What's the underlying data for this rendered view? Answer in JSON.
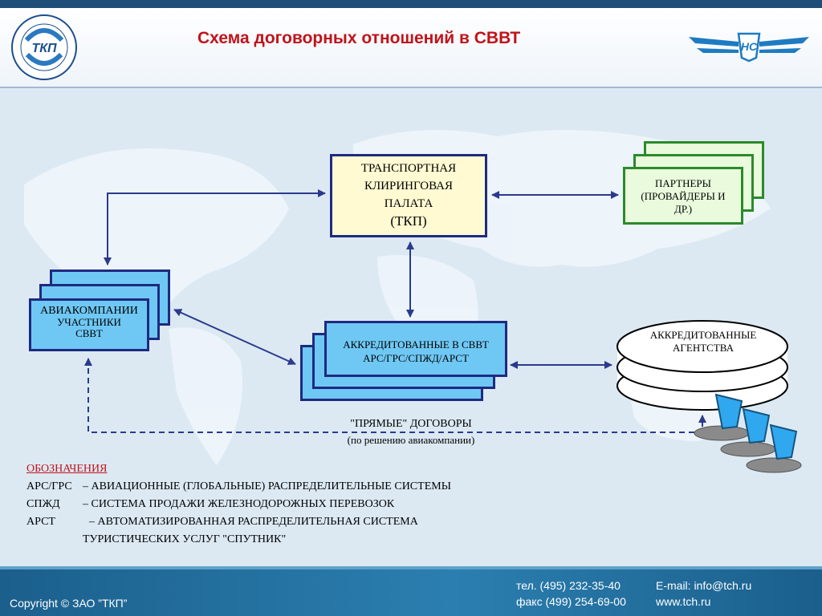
{
  "title": "Схема договорных отношений в СВВТ",
  "logos": {
    "left_text": "ТКП",
    "right_text": "НС"
  },
  "tkp": {
    "line1": "ТРАНСПОРТНАЯ",
    "line2": "КЛИРИНГОВАЯ",
    "line3": "ПАЛАТА",
    "abbr": "(ТКП)"
  },
  "partners": {
    "line1": "ПАРТНЕРЫ",
    "line2": "(ПРОВАЙДЕРЫ И",
    "line3": "ДР.)"
  },
  "airlines": {
    "line1": "АВИАКОМПАНИИ",
    "line2": "УЧАСТНИКИ",
    "line3": "СВВТ"
  },
  "accredited": {
    "line1": "АККРЕДИТОВАННЫЕ В СВВТ",
    "line2": "АРС/ГРС/СПЖД/АРСТ"
  },
  "agencies": {
    "line1": "АККРЕДИТОВАННЫЕ",
    "line2": "АГЕНТСТВА"
  },
  "direct": {
    "line1": "\"ПРЯМЫЕ\" ДОГОВОРЫ",
    "line2": "(по решению авиакомпании)"
  },
  "legend": {
    "title": "ОБОЗНАЧЕНИЯ",
    "items": [
      {
        "key": "АРС/ГРС",
        "value": "– АВИАЦИОННЫЕ (ГЛОБАЛЬНЫЕ) РАСПРЕДЕЛИТЕЛЬНЫЕ СИСТЕМЫ"
      },
      {
        "key": "СПЖД",
        "value": "– СИСТЕМА ПРОДАЖИ ЖЕЛЕЗНОДОРОЖНЫХ ПЕРЕВОЗОК"
      },
      {
        "key": "АРСТ",
        "value": "– АВТОМАТИЗИРОВАННАЯ РАСПРЕДЕЛИТЕЛЬНАЯ СИСТЕМА"
      }
    ],
    "continuation": "ТУРИСТИЧЕСКИХ УСЛУГ \"СПУТНИК\""
  },
  "footer": {
    "copyright": "Copyright © ЗАО ”ТКП”",
    "phone": "тел.  (495) 232-35-40",
    "fax": "факс (499) 254-69-00",
    "email": "E-mail: info@tch.ru",
    "web": "www.tch.ru"
  },
  "colors": {
    "title": "#c0141b",
    "box_border": "#1e2a80",
    "blue_fill": "#6fc8f4",
    "green_border": "#2b8a2b",
    "arrow": "#2b3a8c",
    "footer": "#1b5f8c"
  }
}
